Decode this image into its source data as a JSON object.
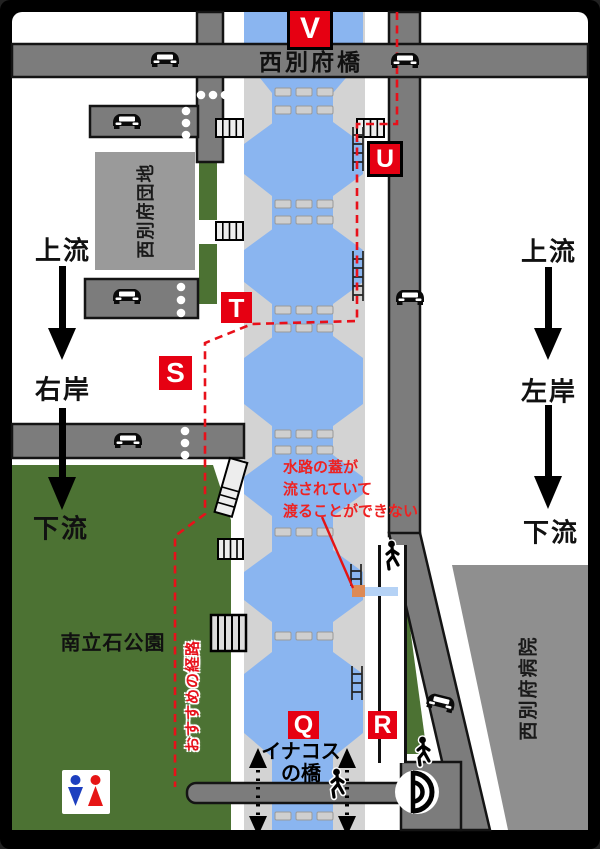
{
  "markers": {
    "v": "V",
    "u": "U",
    "t": "T",
    "s": "S",
    "q": "Q",
    "r": "R"
  },
  "places": {
    "bridge_top": "西別府橋",
    "housing_complex": "西別府団地",
    "hospital": "西別府病院",
    "park": "南立石公園",
    "bridge_bottom_line1": "イナコス",
    "bridge_bottom_line2": "の橋"
  },
  "flow": {
    "left": {
      "upstream": "上流",
      "bank": "右岸",
      "downstream": "下流"
    },
    "right": {
      "upstream": "上流",
      "bank": "左岸",
      "downstream": "下流"
    }
  },
  "route": {
    "label": "おすすめの経路"
  },
  "annotation": {
    "line1": "水路の蓋が",
    "line2": "流されていて",
    "line3": "渡ることができない"
  },
  "colors": {
    "marker_red": "#e60012",
    "route_red": "#e8101a",
    "water_blue": "#8ab5f0",
    "corridor_gray": "#d3d3d3",
    "road_gray": "#7c7c7c",
    "park_green": "#4c7233",
    "gap_orange": "#dd8a55"
  },
  "icons": {
    "car": "car-icon",
    "pedestrian": "pedestrian-icon",
    "restroom": "restroom-icon",
    "spiral_ramp": "spiral-ramp-icon",
    "stairs": "stairs-icon",
    "ladder": "ladder-icon",
    "crosswalk": "crosswalk-dots"
  }
}
